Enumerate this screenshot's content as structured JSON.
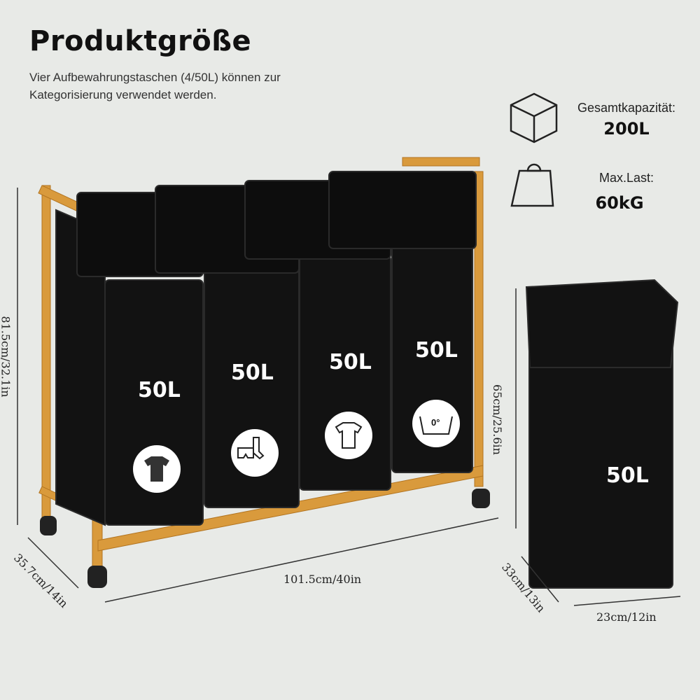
{
  "title": "Produktgröße",
  "subtitle": "Vier Aufbewahrungstaschen (4/50L) können zur Kategorisierung verwendet werden.",
  "specs": [
    {
      "label": "Gesamtkapazität:",
      "value": "200L",
      "icon": "cube-icon"
    },
    {
      "label": "Max.Last:",
      "value": "60kG",
      "icon": "weight-icon"
    }
  ],
  "bags": [
    {
      "capacity": "50L",
      "icon": "tshirt-dark-icon"
    },
    {
      "capacity": "50L",
      "icon": "underwear-socks-icon"
    },
    {
      "capacity": "50L",
      "icon": "tshirt-white-icon"
    },
    {
      "capacity": "50L",
      "icon": "wash-tub-icon"
    }
  ],
  "single_bag": {
    "capacity": "50L"
  },
  "dimensions": {
    "height": "81.5cm/32.1in",
    "depth": "35.7cm/14in",
    "width": "101.5cm/40in",
    "bag_height": "65cm/25.6in",
    "bag_depth": "33cm/13in",
    "bag_width": "23cm/12in",
    "wash_temp": "0°"
  },
  "colors": {
    "background": "#e8eae7",
    "bamboo": "#d99a3c",
    "bag": "#111111"
  }
}
